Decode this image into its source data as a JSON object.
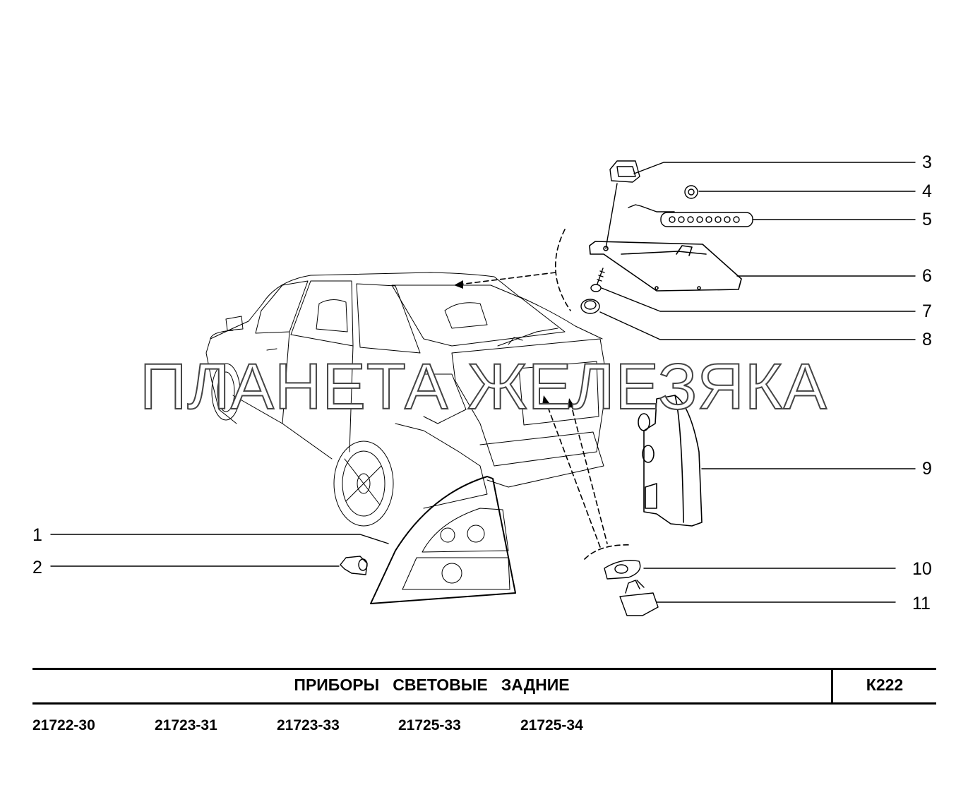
{
  "callouts": [
    "1",
    "2",
    "3",
    "4",
    "5",
    "6",
    "7",
    "8",
    "9",
    "10",
    "11"
  ],
  "watermark": "ПЛАНЕТА ЖЕЛЕЗЯКА",
  "title": "ПРИБОРЫ   СВЕТОВЫЕ   ЗАДНИЕ",
  "code": "К222",
  "variants": [
    "21722-30",
    "21723-31",
    "21723-33",
    "21725-33",
    "21725-34"
  ]
}
